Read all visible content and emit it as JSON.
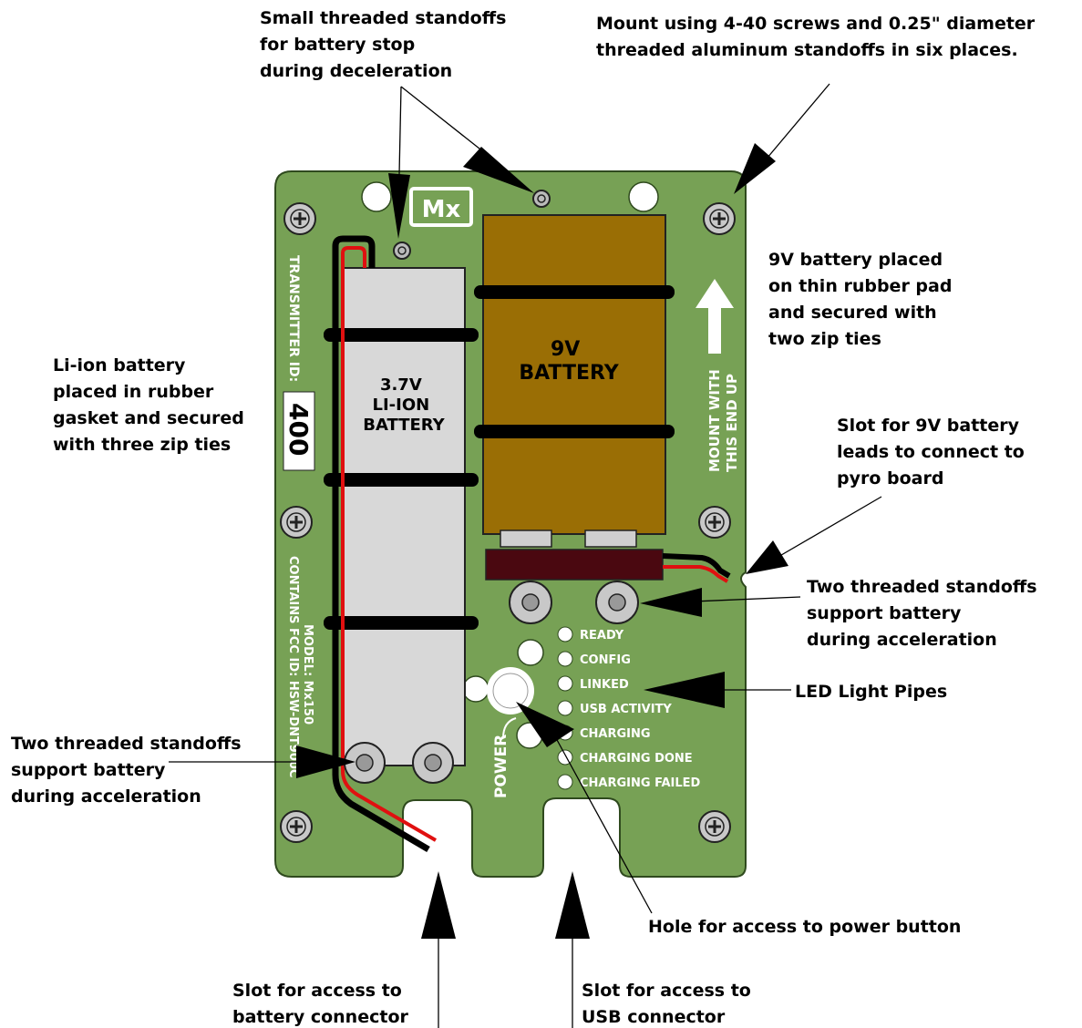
{
  "callouts": {
    "small_standoffs": [
      "Small threaded standoffs",
      "for battery stop",
      "during deceleration"
    ],
    "mount": [
      "Mount using 4-40 screws and 0.25\" diameter",
      "threaded aluminum standoffs in six places."
    ],
    "nine_v_placed": [
      "9V battery placed",
      "on thin rubber pad",
      "and secured with",
      "two zip ties"
    ],
    "liion_placed": [
      "Li-ion battery",
      "placed in rubber",
      "gasket and secured",
      "with three zip ties"
    ],
    "slot_9v": [
      "Slot for 9V battery",
      "leads to connect to",
      "pyro board"
    ],
    "standoffs_right": [
      "Two threaded standoffs",
      "support battery",
      "during acceleration"
    ],
    "led_light_pipes": "LED Light Pipes",
    "standoffs_left": [
      "Two threaded standoffs",
      "support battery",
      "during acceleration"
    ],
    "power_hole": "Hole for access to power button",
    "slot_battery": [
      "Slot for access to",
      "battery connector"
    ],
    "slot_usb": [
      "Slot for access to",
      "USB connector"
    ]
  },
  "board": {
    "logo": "Mx",
    "transmitter_label": "TRANSMITTER ID:",
    "transmitter_id": "400",
    "model_label": "MODEL: Mx150",
    "fcc_label": "CONTAINS FCC ID: HSW-DNT900C",
    "power_label": "POWER",
    "mount_label": [
      "MOUNT WITH",
      "THIS END UP"
    ],
    "liion_battery": [
      "3.7V",
      "LI-ION",
      "BATTERY"
    ],
    "nine_v_battery": [
      "9V",
      "BATTERY"
    ],
    "leds": [
      "READY",
      "CONFIG",
      "LINKED",
      "USB ACTIVITY",
      "CHARGING",
      "CHARGING DONE",
      "CHARGING FAILED"
    ]
  },
  "colors": {
    "board_green": "#77a155",
    "board_edge": "#2f4a1e",
    "liion_gray": "#d8d8d8",
    "battery_brown": "#9a6e05",
    "zip_tie": "#000000",
    "connector_maroon": "#4a0810",
    "wire_red": "#e01010"
  }
}
